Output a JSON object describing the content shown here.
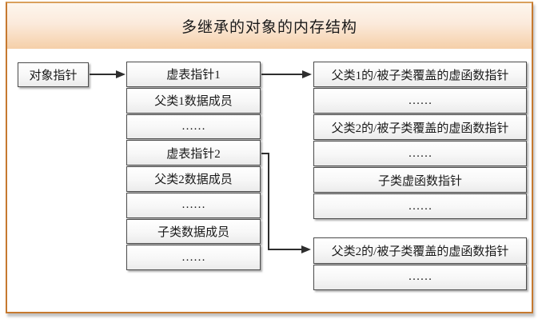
{
  "title": "多继承的对象的内存结构",
  "object_pointer": {
    "label": "对象指针"
  },
  "memory": {
    "rows": [
      "虚表指针1",
      "父类1数据成员",
      "……",
      "虚表指针2",
      "父类2数据成员",
      "……",
      "子类数据成员",
      "……"
    ]
  },
  "vtable1": {
    "rows": [
      "父类1的/被子类覆盖的虚函数指针",
      "……",
      "父类2的/被子类覆盖的虚函数指针",
      "……",
      "子类虚函数指针",
      "……"
    ]
  },
  "vtable2": {
    "rows": [
      "父类2的/被子类覆盖的虚函数指针",
      "……"
    ]
  },
  "colors": {
    "frame_border": "#c6792f",
    "frame_top_line": "#d9a05c",
    "header_gradient_top": "#fdf6ee",
    "header_gradient_bottom": "#f5cfa8",
    "box_border": "#4b4b4b",
    "arrow": "#2e2e2e"
  }
}
